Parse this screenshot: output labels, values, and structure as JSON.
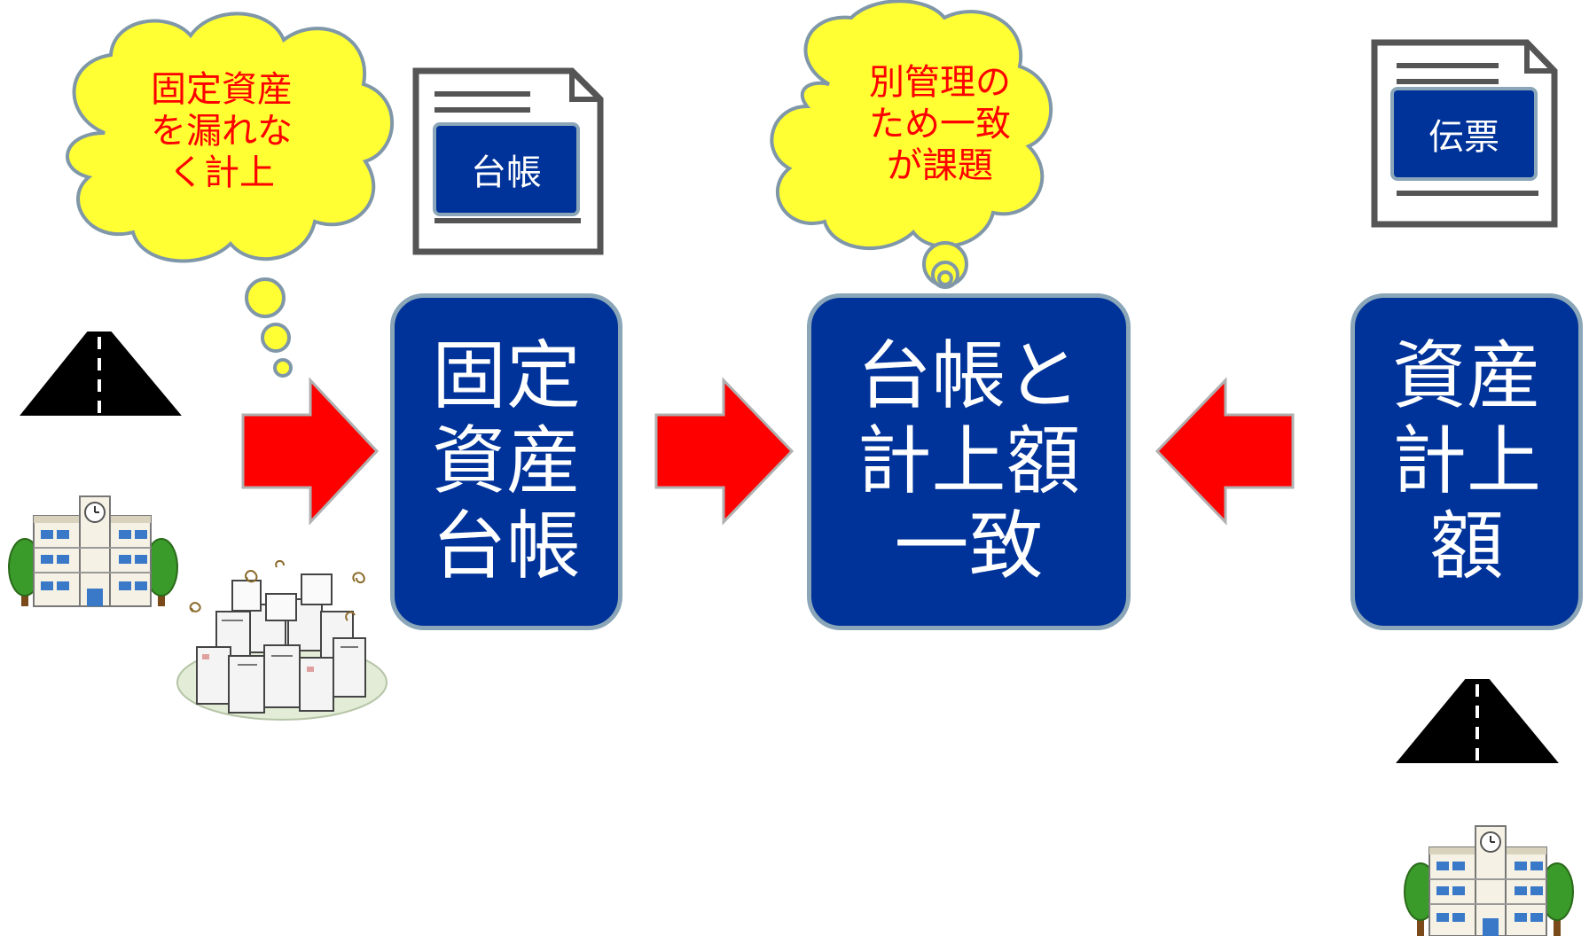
{
  "clouds": {
    "left": {
      "lines": [
        "固定資産",
        "を漏れな",
        "く計上"
      ]
    },
    "center": {
      "lines": [
        "別管理の",
        "ため一致",
        "が課題"
      ]
    }
  },
  "documents": {
    "ledger_label": "台帳",
    "slip_label": "伝票"
  },
  "boxes": {
    "ledger": {
      "lines": [
        "固定",
        "資産",
        "台帳"
      ]
    },
    "match": {
      "lines": [
        "台帳と",
        "計上額",
        "一致"
      ]
    },
    "recorded": {
      "lines": [
        "資産",
        "計上",
        "額"
      ]
    }
  },
  "colors": {
    "box_fill": "#003399",
    "box_border": "#8aa6b8",
    "arrow": "#ff0000",
    "cloud_fill": "#ffff33",
    "cloud_text": "#ff0000"
  }
}
